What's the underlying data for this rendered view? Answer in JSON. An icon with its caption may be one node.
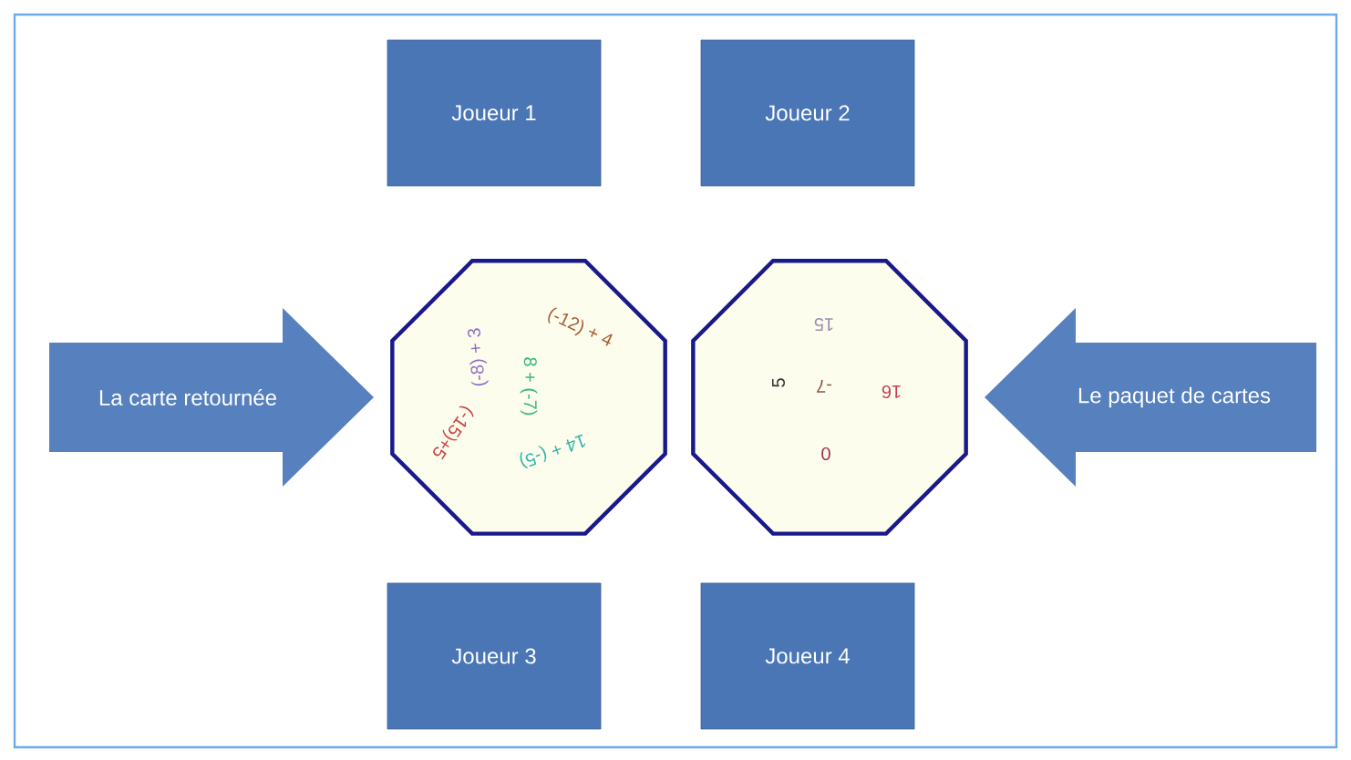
{
  "diagram": {
    "nodes": [
      {
        "text": [
          "Joueur 1"
        ]
      },
      {
        "text": [
          "Joueur 2"
        ]
      },
      {
        "text": [
          "La carte retournée"
        ]
      },
      {
        "text": [
          "(-8) + 3",
          "(-12) + 4",
          "8 + (-7)",
          "(-15)+5",
          "14 + (-5)"
        ]
      },
      {
        "text": [
          "15",
          "5",
          "-7",
          "16",
          "0"
        ]
      },
      {
        "text": [
          "Le paquet de cartes"
        ]
      },
      {
        "text": [
          "Joueur 3"
        ]
      },
      {
        "text": [
          "Joueur 4"
        ]
      }
    ]
  }
}
